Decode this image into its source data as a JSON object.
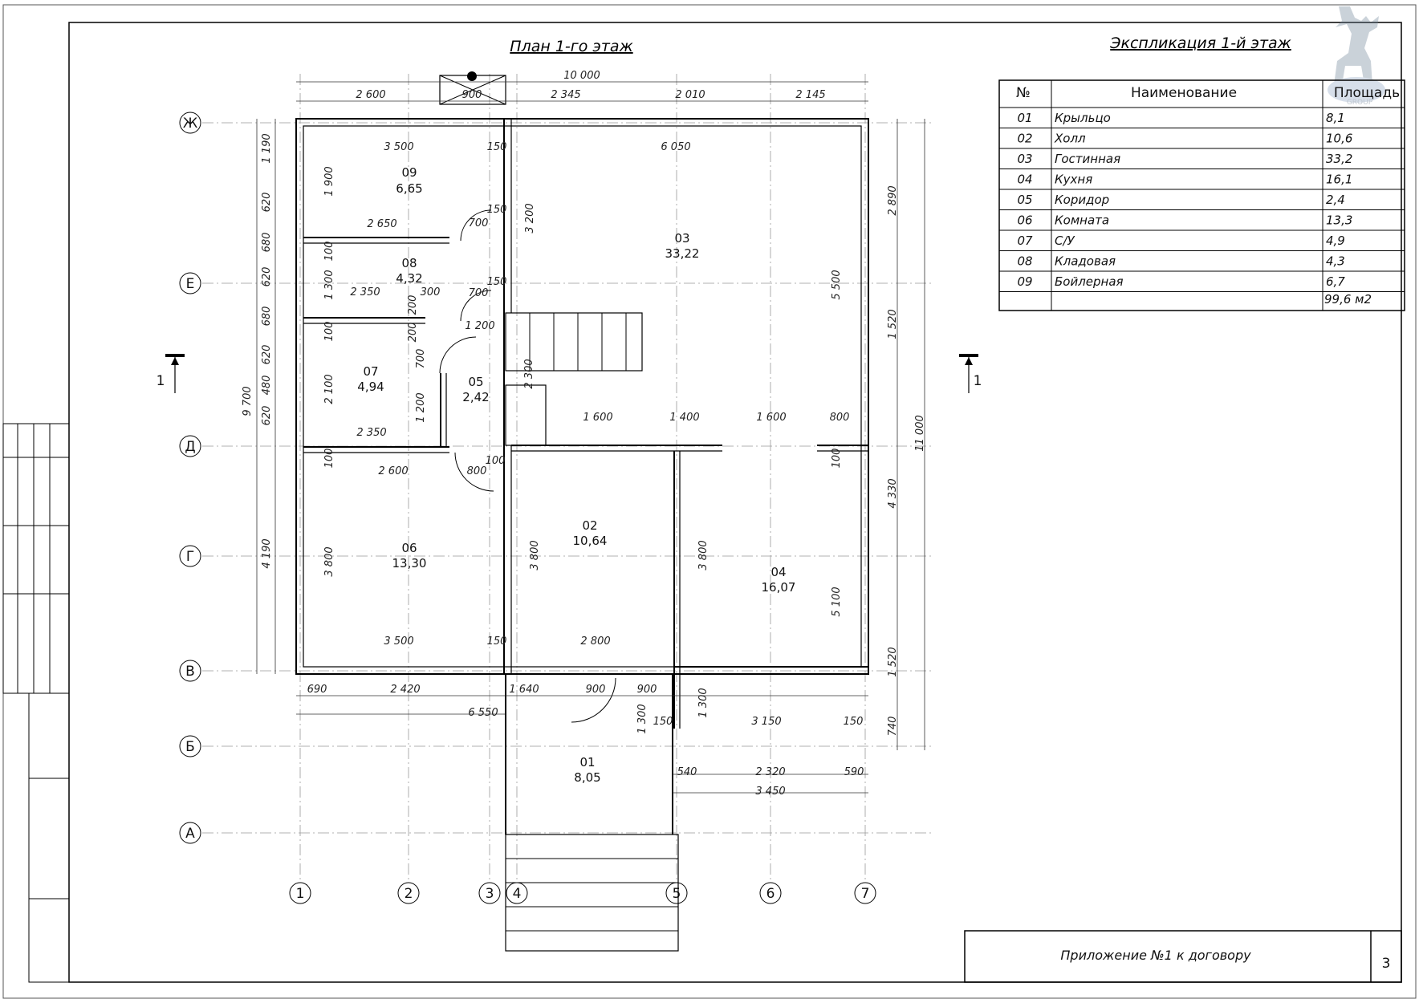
{
  "plan_title": "План 1-го этаж",
  "explication_title": "Экспликация 1-й этаж",
  "stamp_text": "Приложение №1 к договору",
  "page_number": "3",
  "logo_caption": "GROUP",
  "section_mark": "1",
  "axes_rows": [
    "Ж",
    "Е",
    "Д",
    "Г",
    "В",
    "Б",
    "А"
  ],
  "axes_cols": [
    "1",
    "2",
    "3",
    "4",
    "5",
    "6",
    "7"
  ],
  "rooms": [
    {
      "num": "09",
      "area": "6,65"
    },
    {
      "num": "08",
      "area": "4,32"
    },
    {
      "num": "07",
      "area": "4,94"
    },
    {
      "num": "05",
      "area": "2,42"
    },
    {
      "num": "06",
      "area": "13,30"
    },
    {
      "num": "03",
      "area": "33,22"
    },
    {
      "num": "02",
      "area": "10,64"
    },
    {
      "num": "04",
      "area": "16,07"
    },
    {
      "num": "01",
      "area": "8,05"
    }
  ],
  "dimensions": {
    "top_total": "10 000",
    "top": [
      "2 600",
      "900",
      "2 345",
      "2 010",
      "2 145"
    ],
    "bottom": [
      "690",
      "2 420",
      "1 640",
      "900",
      "900"
    ],
    "bottom_total": "6 550",
    "porch": [
      "540",
      "2 320",
      "590"
    ],
    "porch_total": "3 450",
    "left_total": "9 700",
    "left": [
      "1 190",
      "620",
      "680",
      "620",
      "680",
      "620",
      "480",
      "620",
      "4 190"
    ],
    "right_total": "11 000",
    "right": [
      "2 890",
      "1 520",
      "4 330",
      "1 520",
      "740"
    ],
    "inner": {
      "r09_w": "3 500",
      "r09_h": "1 900",
      "w150a": "150",
      "r09_b": "2 650",
      "r03_w": "6 050",
      "r03_h": "3 200",
      "r03_h2": "5 500",
      "d700a": "700",
      "w150b": "150",
      "d700b": "700",
      "w150c": "150",
      "r08_w": "2 350",
      "r08_h": "1 300",
      "w300": "300",
      "w100a": "100",
      "w100b": "100",
      "w200a": "200",
      "w200b": "200",
      "w1200a": "1 200",
      "d700c": "700",
      "r07_h": "2 100",
      "r07_w": "2 350",
      "w1200b": "1 200",
      "w2300": "2 300",
      "mid1": "1 600",
      "mid2": "1 400",
      "mid3": "1 600",
      "mid4": "800",
      "w100c": "100",
      "d800": "800",
      "w100d": "100",
      "w100e": "100",
      "r06_w": "2 600",
      "r06_h": "3 800",
      "r06_b": "3 500",
      "w150d": "150",
      "r02_h": "3 800",
      "r02_b": "2 800",
      "r04_h": "3 800",
      "r04_h2": "5 100",
      "r04_d": "1 300",
      "r01_h": "1 300",
      "w150e": "150",
      "r04_b": "3 150",
      "w150f": "150"
    }
  },
  "explication": {
    "headers": [
      "№",
      "Наименование",
      "Площадь"
    ],
    "rows": [
      [
        "01",
        "Крыльцо",
        "8,1"
      ],
      [
        "02",
        "Холл",
        "10,6"
      ],
      [
        "03",
        "Гостинная",
        "33,2"
      ],
      [
        "04",
        "Кухня",
        "16,1"
      ],
      [
        "05",
        "Коридор",
        "2,4"
      ],
      [
        "06",
        "Комната",
        "13,3"
      ],
      [
        "07",
        "С/У",
        "4,9"
      ],
      [
        "08",
        "Кладовая",
        "4,3"
      ],
      [
        "09",
        "Бойлерная",
        "6,7"
      ]
    ],
    "total": "99,6 м2"
  }
}
